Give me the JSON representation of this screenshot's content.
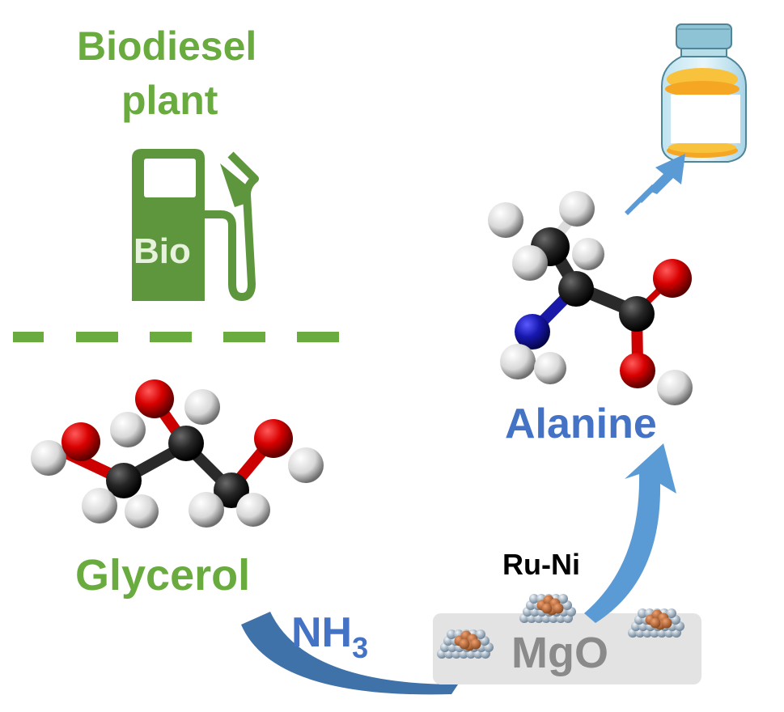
{
  "title": {
    "line1": "Biodiesel",
    "line2": "plant"
  },
  "pump": {
    "label": "Bio"
  },
  "molecules": {
    "glycerol": "Glycerol",
    "alanine": "Alanine"
  },
  "reagent": {
    "base": "NH",
    "subscript": "3"
  },
  "catalyst": {
    "metal": "Ru-Ni",
    "support": "MgO"
  },
  "colors": {
    "green": "#6aab3f",
    "pump_green": "#5e963e",
    "blue": "#4472c4",
    "arrow_blue": "#5b9bd5",
    "arrow_dark": "#3f72a8",
    "support_gray": "#e3e3e3",
    "oxygen": "#d10000",
    "carbon": "#2a2a2a",
    "hydrogen": "#eeeeee",
    "nitrogen": "#1a1aa8"
  }
}
